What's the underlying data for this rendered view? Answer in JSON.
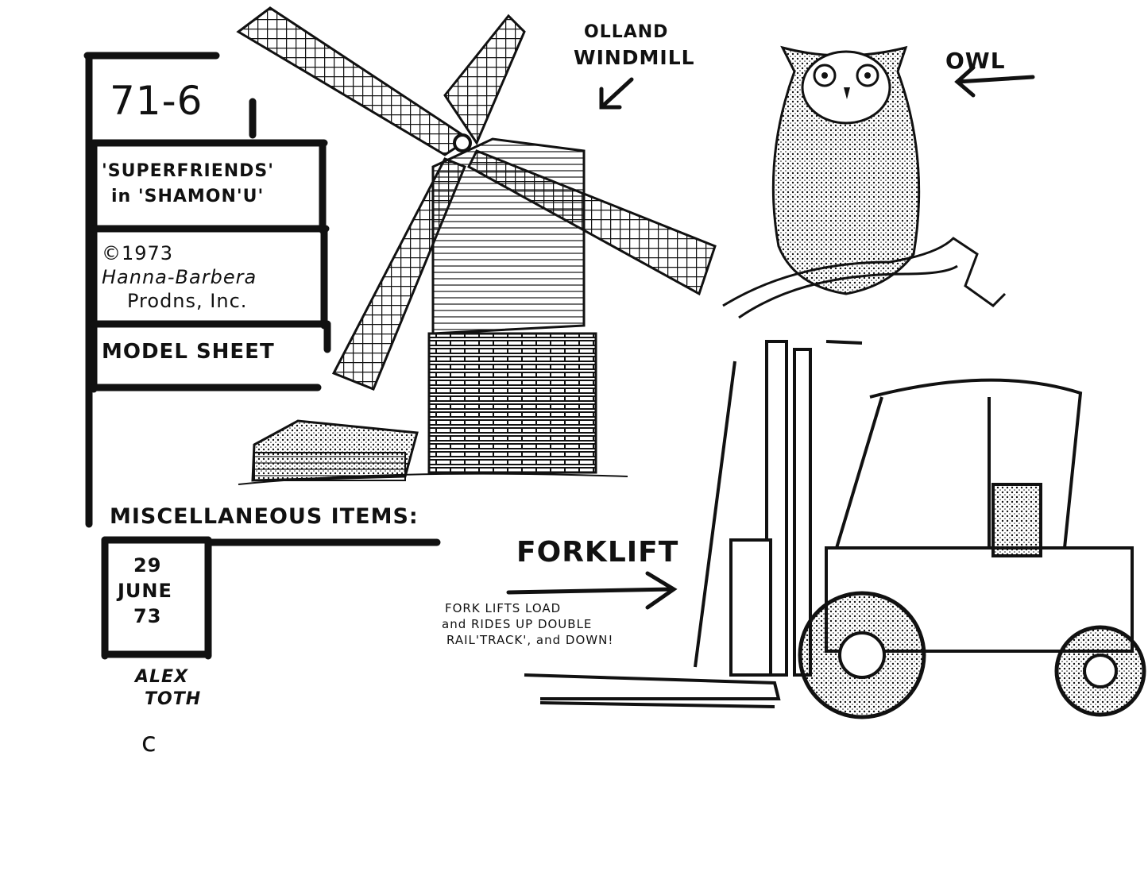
{
  "title_block": {
    "sheet_number": "71-6",
    "show_title_line1": "'SUPERFRIENDS'",
    "show_title_line2": "in 'SHAMON'U'",
    "copyright_line1": "©1973",
    "copyright_line2": "Hanna-Barbera",
    "copyright_line3": "Prodns, Inc.",
    "sheet_type": "MODEL SHEET",
    "section_heading": "MISCELLANEOUS ITEMS:",
    "date_day": "29",
    "date_month": "JUNE",
    "date_year": "73",
    "artist_signature_line1": "ALEX",
    "artist_signature_line2": "TOTH",
    "artist_mark": "c"
  },
  "labels": {
    "windmill_line1": "OLLAND",
    "windmill_line2": "WINDMILL",
    "owl": "OWL",
    "forklift": "FORKLIFT",
    "forklift_note_line1": "FORK LIFTS LOAD",
    "forklift_note_line2": "and RIDES UP DOUBLE",
    "forklift_note_line3": "RAIL'TRACK', and DOWN!"
  },
  "colors": {
    "ink": "#111111",
    "paper": "#ffffff"
  }
}
